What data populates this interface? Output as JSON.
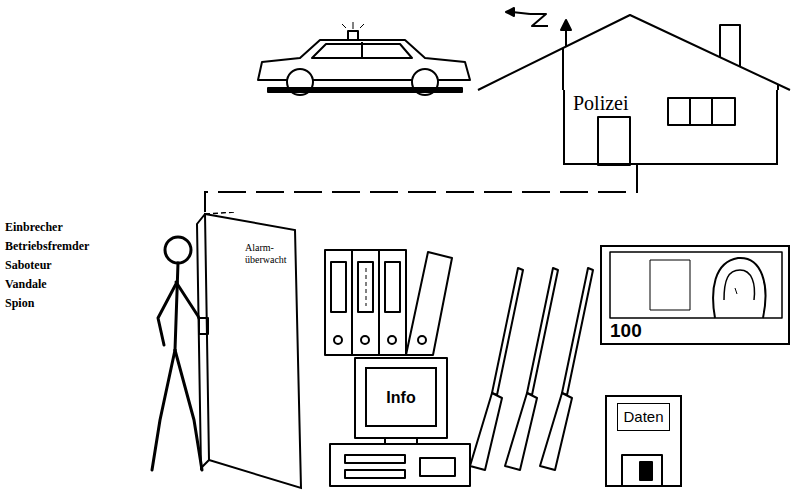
{
  "diagram": {
    "nodes": [
      {
        "text": [
          "Polizei"
        ]
      },
      {
        "text": [
          "Alarm- überwacht"
        ]
      },
      {
        "text": [
          "100"
        ]
      },
      {
        "text": [
          "Info"
        ]
      },
      {
        "text": [
          "Daten"
        ]
      }
    ],
    "edges": [
      {
        "from": 0,
        "to": 1,
        "arrow": "none"
      }
    ],
    "labels": [
      "Einbrecher",
      "Betriebsfremder",
      "Saboteur",
      "Vandale",
      "Spion"
    ]
  }
}
